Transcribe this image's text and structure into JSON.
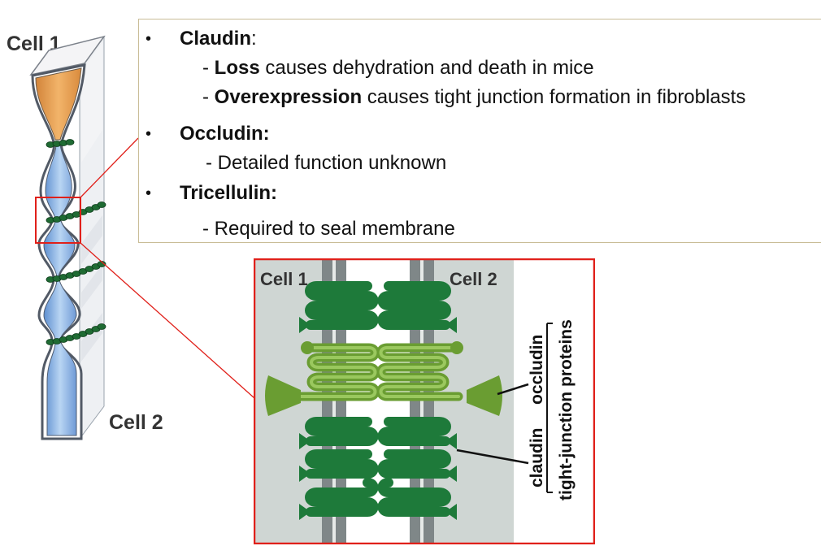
{
  "left_figure": {
    "cell1_label": "Cell 1",
    "cell2_label": "Cell 2"
  },
  "bullets": [
    {
      "title": "Claudin",
      "title_suffix": ":",
      "subitems": [
        {
          "prefix": "- ",
          "bold": "Loss",
          "rest": " causes dehydration and death in mice"
        },
        {
          "prefix": "- ",
          "bold": "Overexpression",
          "rest": " causes tight junction formation in fibroblasts"
        }
      ]
    },
    {
      "title": "Occludin:",
      "title_suffix": "",
      "subitems": [
        {
          "prefix": "- Detailed function unknown",
          "bold": "",
          "rest": ""
        }
      ]
    },
    {
      "title": "Tricellulin:",
      "title_suffix": "",
      "subitems": [
        {
          "prefix": "- Required to seal membrane",
          "bold": "",
          "rest": ""
        }
      ]
    }
  ],
  "inset": {
    "cell1_label": "Cell 1",
    "cell2_label": "Cell 2",
    "occludin_label": "occludin",
    "claudin_label": "claudin",
    "group_label": "tight-junction proteins"
  },
  "colors": {
    "highlight_red": "#e0201a",
    "claudin_green": "#1e7a3a",
    "occludin_green": "#7db33f",
    "cytoplasm_blue": "#8fb9e6",
    "apical_orange": "#e39a45",
    "membrane_gray": "#7f8788",
    "inset_bg": "#cfd6d3"
  }
}
